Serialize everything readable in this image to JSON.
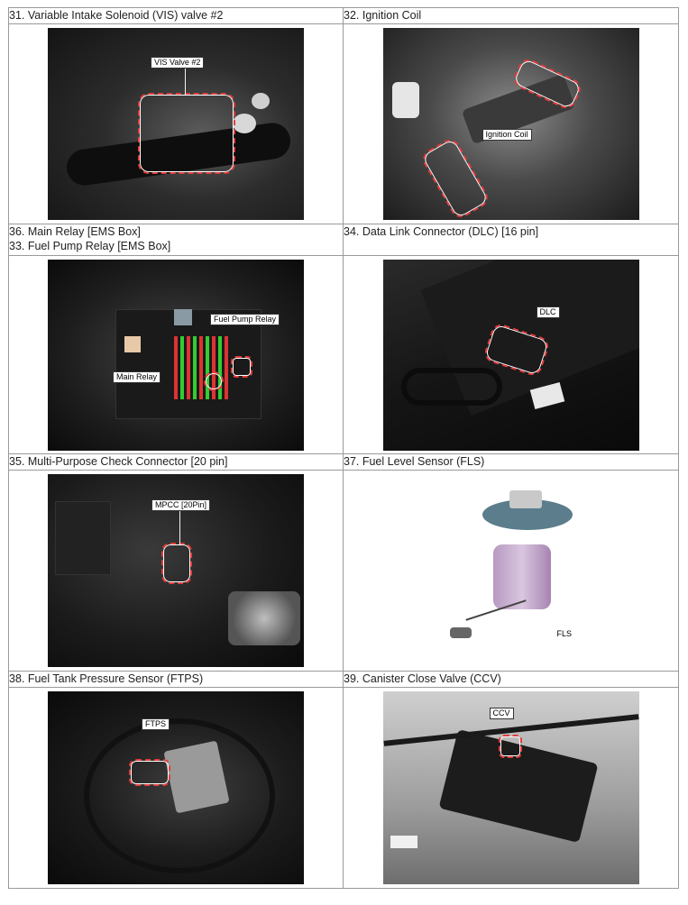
{
  "rows": [
    {
      "left": {
        "title": "31. Variable Intake Solenoid (VIS) valve #2",
        "callouts": [
          "VIS Valve #2"
        ]
      },
      "right": {
        "title": "32. Ignition Coil",
        "callouts": [
          "Ignition Coil"
        ]
      }
    },
    {
      "left": {
        "title": "36. Main Relay [EMS Box]",
        "title2": "33. Fuel Pump Relay [EMS Box]",
        "callouts": [
          "Fuel Pump Relay",
          "Main Relay"
        ]
      },
      "right": {
        "title": "34. Data Link Connector (DLC) [16 pin]",
        "callouts": [
          "DLC"
        ]
      }
    },
    {
      "left": {
        "title": "35. Multi-Purpose Check Connector [20 pin]",
        "callouts": [
          "MPCC [20Pin]"
        ]
      },
      "right": {
        "title": "37. Fuel Level Sensor (FLS)",
        "callouts": [
          "FLS"
        ]
      }
    },
    {
      "left": {
        "title": "38. Fuel Tank Pressure Sensor (FTPS)",
        "callouts": [
          "FTPS"
        ]
      },
      "right": {
        "title": "39. Canister Close Valve (CCV)",
        "callouts": [
          "CCV"
        ]
      }
    }
  ],
  "colors": {
    "highlight": "#e23b3b",
    "border": "#9a9a9a"
  }
}
